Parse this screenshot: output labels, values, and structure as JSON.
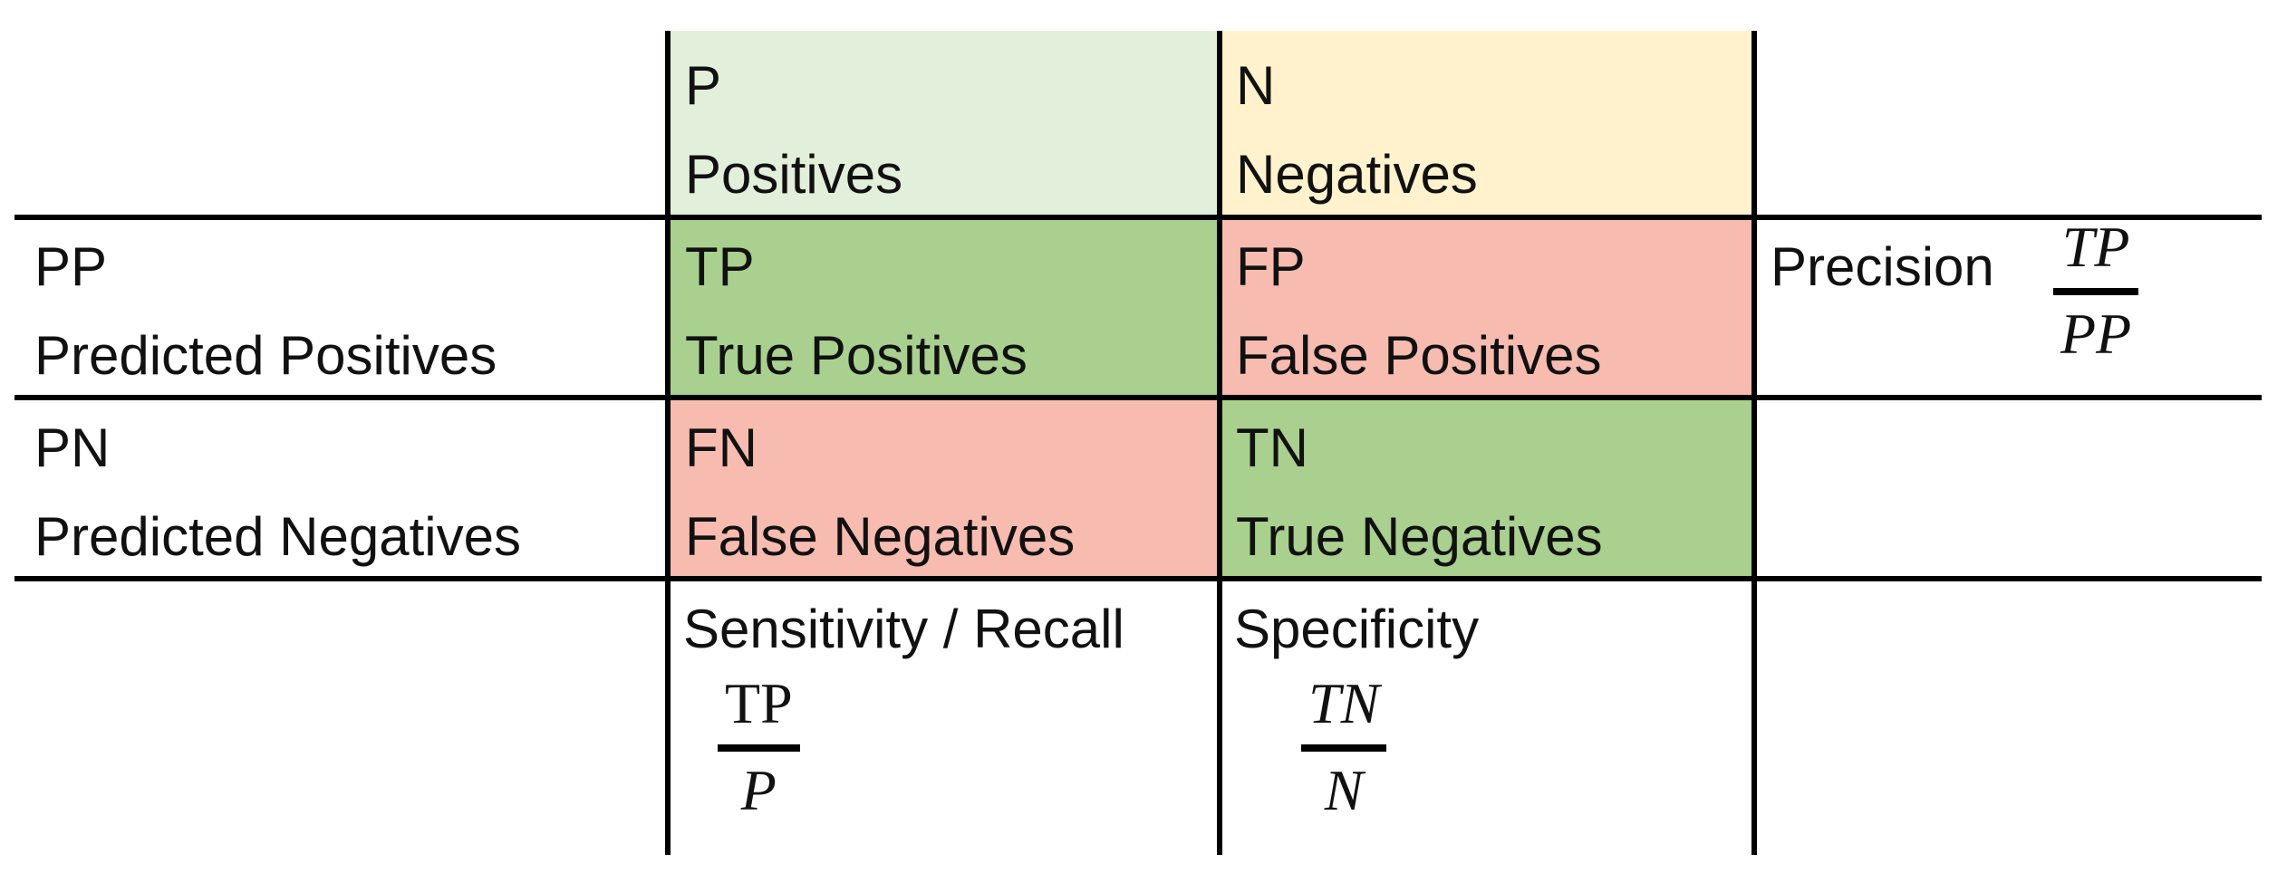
{
  "header": {
    "p": {
      "abbr": "P",
      "full": "Positives",
      "color": "#e2efda"
    },
    "n": {
      "abbr": "N",
      "full": "Negatives",
      "color": "#fff2cc"
    }
  },
  "rows": {
    "pp": {
      "abbr": "PP",
      "full": "Predicted Positives"
    },
    "pn": {
      "abbr": "PN",
      "full": "Predicted Negatives"
    }
  },
  "cells": {
    "tp": {
      "abbr": "TP",
      "full": "True Positives",
      "color": "#a9d08e"
    },
    "fp": {
      "abbr": "FP",
      "full": "False Positives",
      "color": "#f8bbb0"
    },
    "fn": {
      "abbr": "FN",
      "full": "False Negatives",
      "color": "#f8bbb0"
    },
    "tn": {
      "abbr": "TN",
      "full": "True Negatives",
      "color": "#a9d08e"
    }
  },
  "metrics": {
    "precision": {
      "label": "Precision",
      "numerator": "TP",
      "denominator": "PP"
    },
    "recall": {
      "label": "Sensitivity / Recall",
      "numerator": "TP",
      "denominator": "P"
    },
    "specificity": {
      "label": "Specificity",
      "numerator": "TN",
      "denominator": "N"
    }
  }
}
